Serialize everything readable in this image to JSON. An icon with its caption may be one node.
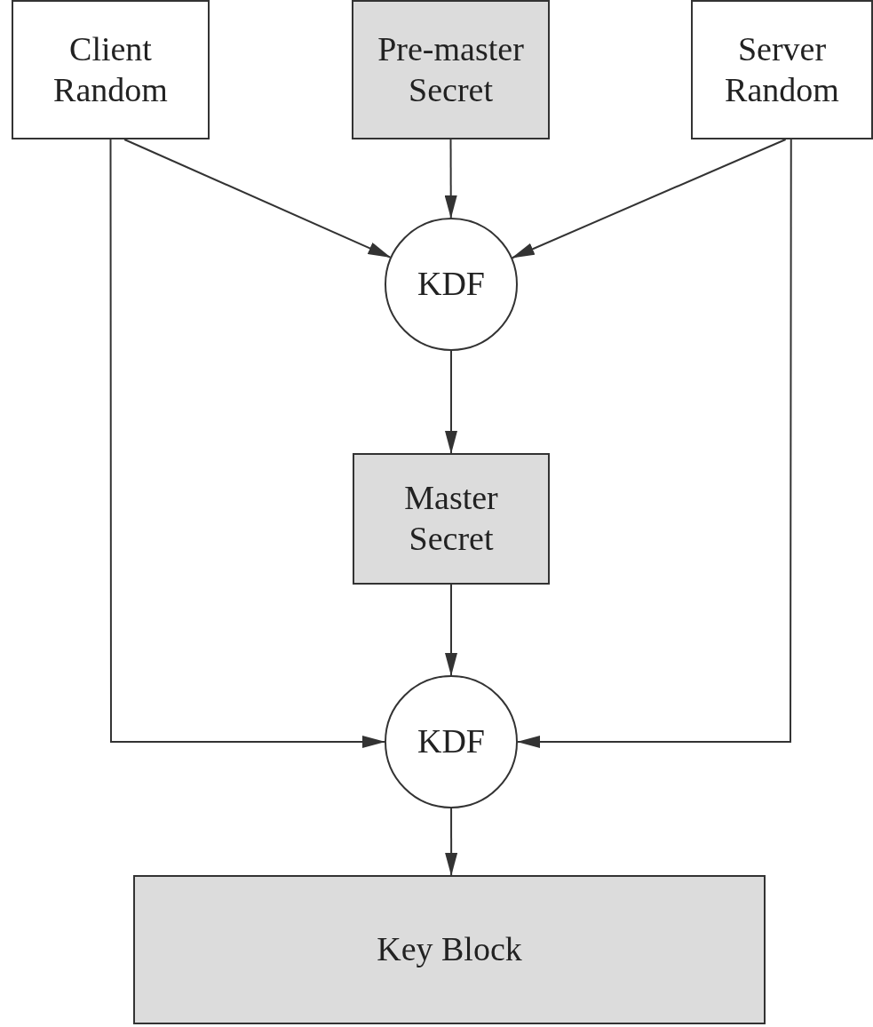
{
  "diagram": {
    "nodes": [
      {
        "text": [
          "Client Random"
        ]
      },
      {
        "text": [
          "Pre-master Secret"
        ]
      },
      {
        "text": [
          "Server Random"
        ]
      },
      {
        "text": [
          "KDF"
        ]
      },
      {
        "text": [
          "Master Secret"
        ]
      },
      {
        "text": [
          "KDF"
        ]
      },
      {
        "text": [
          "Key Block"
        ]
      }
    ],
    "edges": [
      {
        "from": 0,
        "to": 3,
        "arrow": "to"
      },
      {
        "from": 1,
        "to": 3,
        "arrow": "to"
      },
      {
        "from": 2,
        "to": 3,
        "arrow": "to"
      },
      {
        "from": 3,
        "to": 4,
        "arrow": "to"
      },
      {
        "from": 4,
        "to": 5,
        "arrow": "to"
      },
      {
        "from": 0,
        "to": 5,
        "arrow": "to"
      },
      {
        "from": 2,
        "to": 5,
        "arrow": "to"
      },
      {
        "from": 5,
        "to": 6,
        "arrow": "to"
      }
    ]
  }
}
